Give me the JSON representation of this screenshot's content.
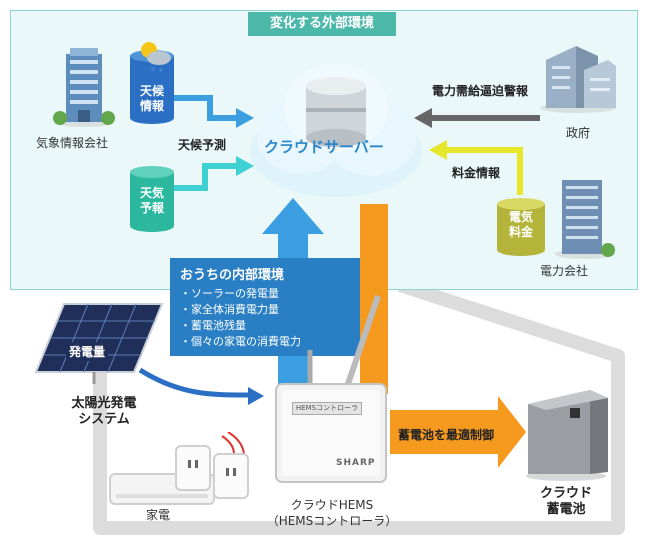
{
  "external": {
    "title": "変化する外部環境",
    "weather_company": "気象情報会社",
    "weather_forecast_arrow": "天候予測",
    "cyl_weather_info": "天候\n情報",
    "cyl_weather_forecast": "天気\n予報",
    "cloud_server": "クラウドサーバー",
    "gov_warning": "電力需給逼迫警報",
    "government": "政府",
    "price_info": "料金情報",
    "cyl_price": "電気\n料金",
    "power_company": "電力会社"
  },
  "internal": {
    "title": "おうちの内部環境",
    "items": [
      "・ソーラーの発電量",
      "・家全体消費電力量",
      "・蓄電池残量",
      "・個々の家電の消費電力"
    ]
  },
  "home": {
    "generation": "発電量",
    "solar_system_line1": "太陽光発電",
    "solar_system_line2": "システム",
    "appliance": "家電",
    "hems_panel": "HEMSコントローラ",
    "hems_brand": "SHARP",
    "hems_caption_line1": "クラウドHEMS",
    "hems_caption_line2": "（HEMSコントローラ）",
    "battery_control": "蓄電池を最適制御",
    "battery_line1": "クラウド",
    "battery_line2": "蓄電池"
  },
  "colors": {
    "blue_arrow": "#3a9ee0",
    "orange_arrow": "#f59a1f",
    "cyan_arrow": "#3fd0d4",
    "yellow_arrow": "#e6e62a",
    "gray_arrow": "#666666"
  }
}
